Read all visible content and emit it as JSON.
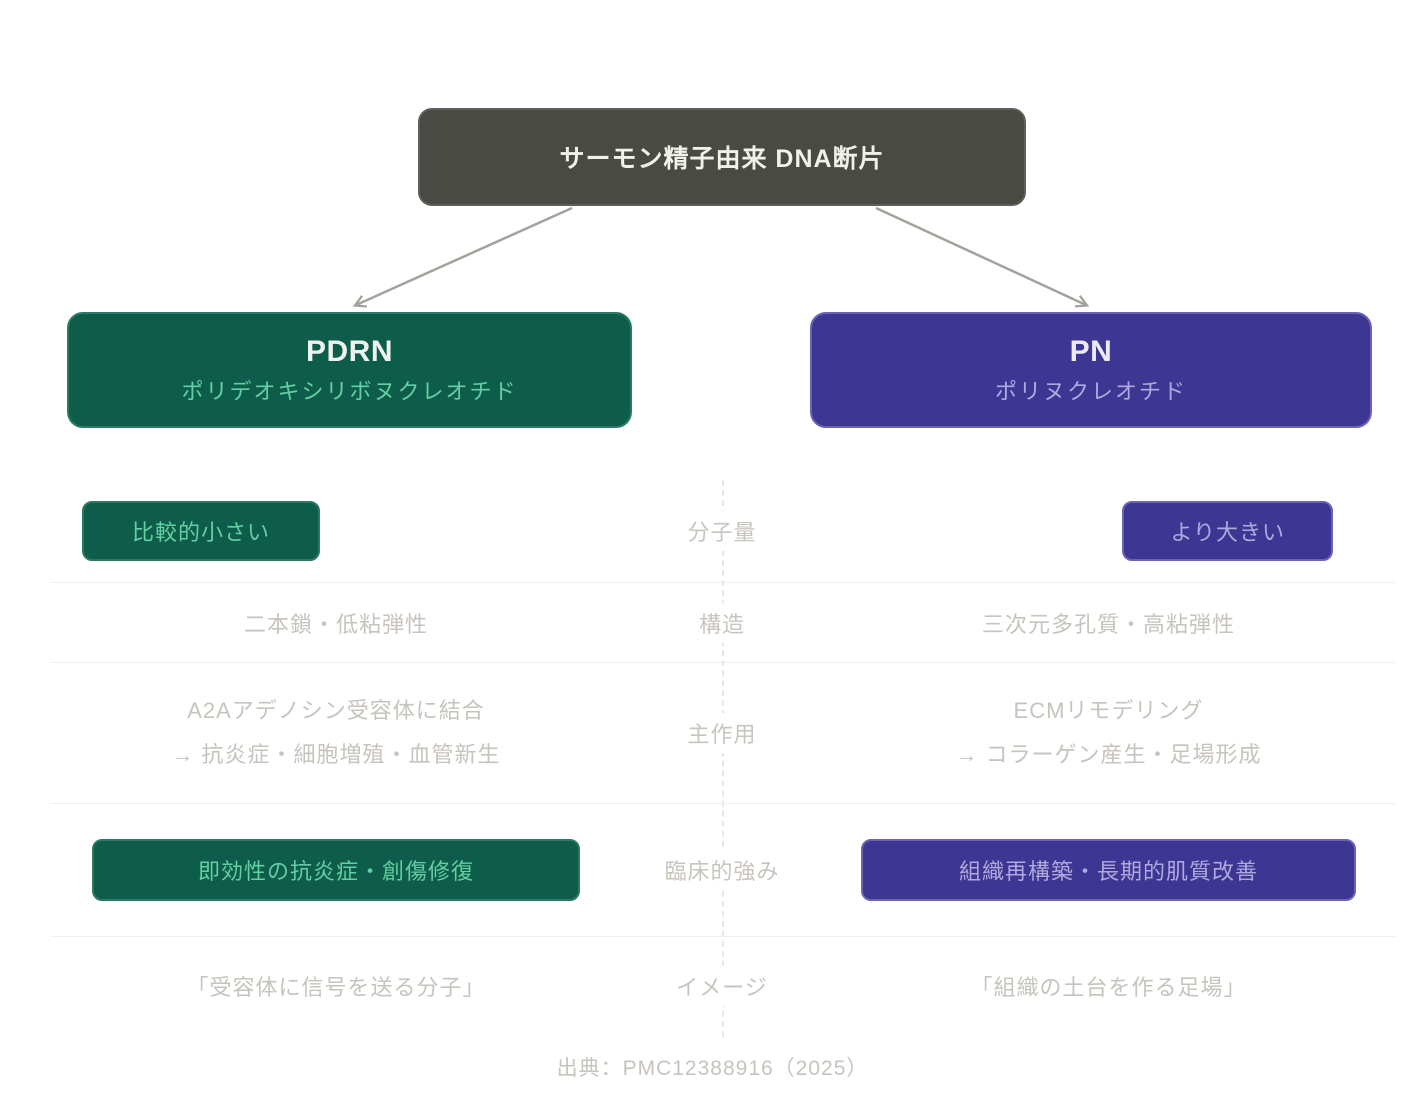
{
  "diagram": {
    "root": {
      "label": "サーモン精子由来 DNA断片"
    },
    "branches": {
      "pdrn": {
        "title": "PDRN",
        "subtitle": "ポリデオキシリボヌクレオチド"
      },
      "pn": {
        "title": "PN",
        "subtitle": "ポリヌクレオチド"
      }
    },
    "rows": [
      {
        "label": "分子量",
        "left": "比較的小さい",
        "right": "より大きい"
      },
      {
        "label": "構造",
        "left": "二本鎖・低粘弾性",
        "right": "三次元多孔質・高粘弾性"
      },
      {
        "label": "主作用",
        "left_lines": [
          "A2Aアデノシン受容体に結合",
          "→ 抗炎症・細胞増殖・血管新生"
        ],
        "right_lines": [
          "ECMリモデリング",
          "→ コラーゲン産生・足場形成"
        ]
      },
      {
        "label": "臨床的強み",
        "left": "即効性の抗炎症・創傷修復",
        "right": "組織再構築・長期的肌質改善"
      },
      {
        "label": "イメージ",
        "left": "「受容体に信号を送る分子」",
        "right": "「組織の土台を作る足場」"
      }
    ],
    "footer": "出典：PMC12388916（2025）",
    "colors": {
      "root_box_bg": "#4a4a44",
      "pdrn_bg": "#0e5c4a",
      "pdrn_accent_text": "#63cfa2",
      "pn_bg": "#3e3693",
      "pn_accent_text": "#b0a9de",
      "muted_text": "#c7c3bd",
      "arrow": "#a3a39d",
      "row_separator": "#f1f0ee"
    }
  }
}
